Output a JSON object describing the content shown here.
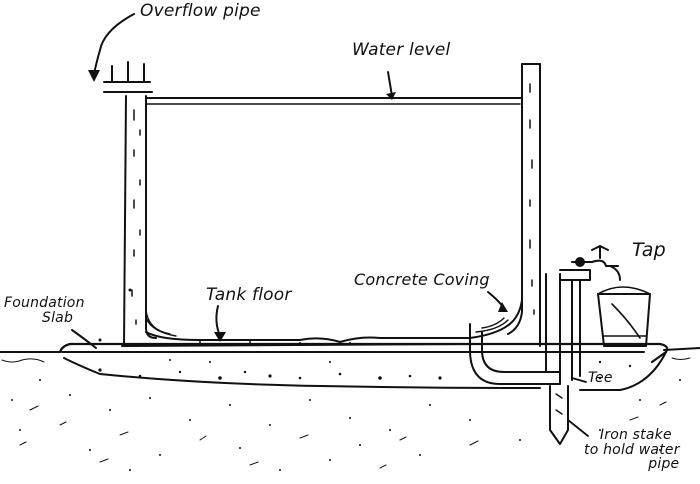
{
  "labels": {
    "overflow_pipe": "Overflow pipe",
    "water_level": "Water level",
    "tap": "Tap",
    "foundation_slab": [
      "Foundation",
      "Slab"
    ],
    "tank_floor": "Tank floor",
    "concrete_coving": "Concrete Coving",
    "tee": "Tee",
    "iron_stake": [
      "Iron stake",
      "to hold water",
      "pipe"
    ]
  },
  "colors": {
    "ink": "#111111",
    "background": "#ffffff"
  }
}
